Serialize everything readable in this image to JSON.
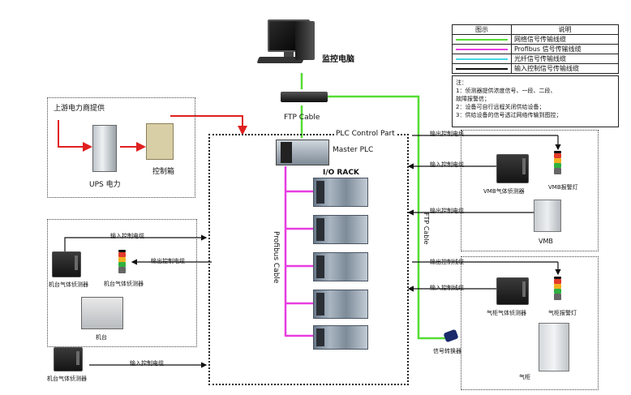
{
  "labels": {
    "monitor_pc": "监控电脑",
    "ftp_cable_top": "FTP Cable",
    "ftp_cable_side": "FTP Cable",
    "plc_control_part": "PLC Control Part",
    "master_plc": "Master PLC",
    "io_rack": "I/O RACK",
    "profibus_cable": "Profibus Cable",
    "upstream_power": "上游电力商提供",
    "ups_power": "UPS 电力",
    "control_box": "控制箱",
    "out_ctrl_cable_1": "输出控制电线",
    "in_ctrl_cable_1": "输入控制电缆",
    "out_ctrl_cable_2": "输出控制电缆",
    "out_ctrl_line_3": "输出控制线缆",
    "in_ctrl_line_3": "输入控制线缆",
    "vmb_detector": "VMB气体侦测器",
    "vmb_alarm": "VMB报警灯",
    "vmb": "VMB",
    "cabinet_detector": "气柜气体侦测器",
    "cabinet_alarm": "气柜报警灯",
    "gas_cabinet": "气柜",
    "signal_converter": "信号转换器",
    "left_in_cable": "输入控制电缆",
    "left_out_cable": "输出控制电缆",
    "machine_detector_1": "机台气体侦测器",
    "machine_detector_2": "机台气体侦测器",
    "machine": "机台",
    "machine_detector_3": "机台气体侦测器",
    "bottom_in_cable": "输入控制电缆"
  },
  "legend": {
    "header_symbol": "图示",
    "header_desc": "说明",
    "items": [
      {
        "color": "#55dd33",
        "label": "网络信号传输线缆"
      },
      {
        "color": "#e83ce0",
        "label": "Profibus 信号传输线缆"
      },
      {
        "color": "#44d6e8",
        "label": "光纤信号传输线缆"
      },
      {
        "color": "#111111",
        "label": "输入控制信号传输线缆"
      }
    ]
  },
  "notes": {
    "title": "注：",
    "lines": [
      "1：侦测器提供浓度信号、一段、二段、",
      "故障报警信；",
      "2：设备可自行远程关闭供给设备；",
      "3：供给设备的信号透过网络传输到图控；"
    ]
  },
  "colors": {
    "network": "#55dd33",
    "profibus": "#e83ce0",
    "power": "#e02020",
    "control": "#111111"
  }
}
